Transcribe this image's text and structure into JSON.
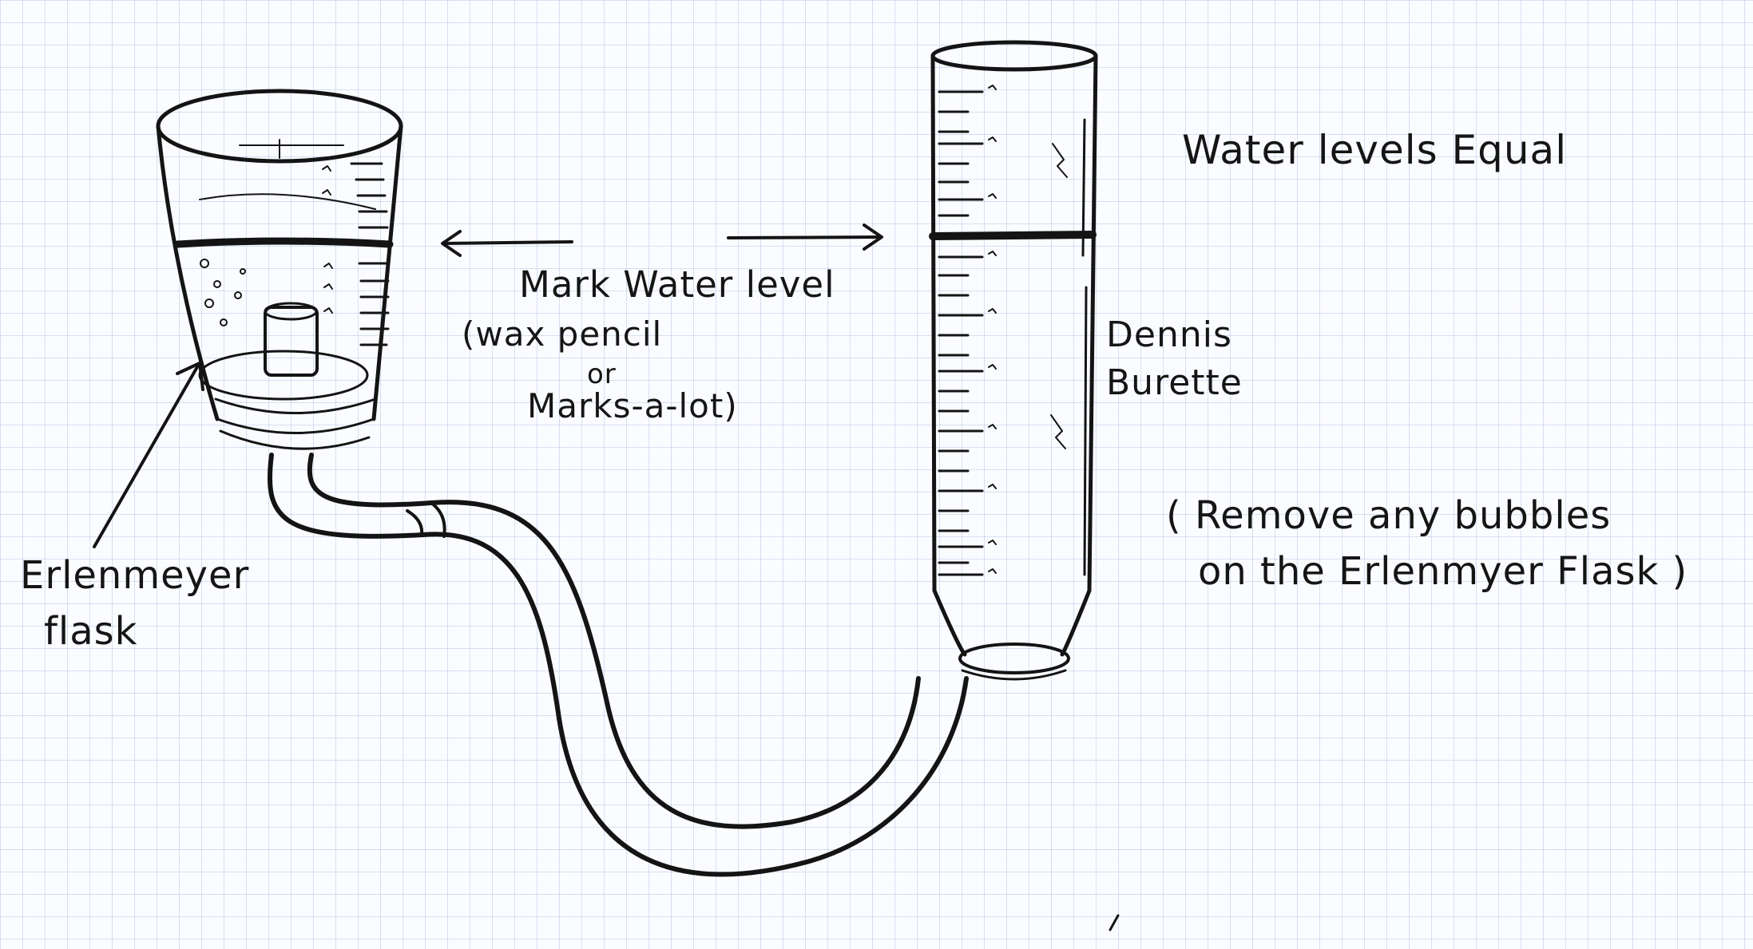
{
  "labels": {
    "water_levels": "Water levels Equal",
    "mark_water_level": "Mark Water level",
    "wax_pencil": "(wax pencil",
    "or": "or",
    "marks_a_lot": "Marks-a-lot)",
    "dennis": "Dennis",
    "burette": "Burette",
    "remove_line1": "( Remove any bubbles",
    "remove_line2": "on the Erlenmyer Flask )",
    "erlenmeyer": "Erlenmeyer",
    "flask": "flask"
  },
  "colors": {
    "paper": "#fbfcff",
    "grid": "#97aede",
    "ink": "#141414"
  }
}
